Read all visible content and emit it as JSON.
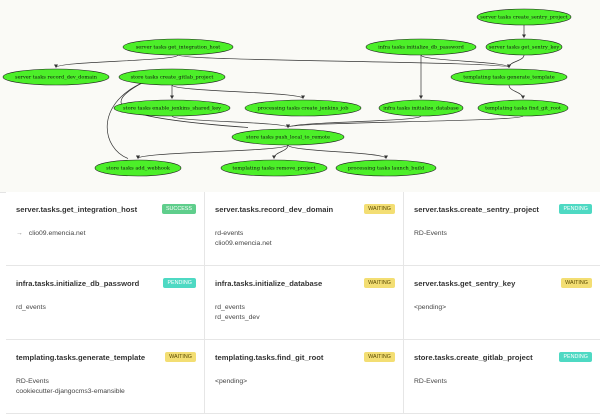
{
  "graph": {
    "nodes": [
      {
        "id": "create_sentry_project",
        "label": "server tasks create_sentry_project"
      },
      {
        "id": "get_integration_host",
        "label": "server tasks get_integration_host"
      },
      {
        "id": "initialize_db_password",
        "label": "infra tasks initialize_db_password"
      },
      {
        "id": "get_sentry_key",
        "label": "server tasks get_sentry_key"
      },
      {
        "id": "record_dev_domain",
        "label": "server tasks record_dev_domain"
      },
      {
        "id": "create_gitlab_project",
        "label": "store tasks create_gitlab_project"
      },
      {
        "id": "generate_template",
        "label": "templating tasks generate_template"
      },
      {
        "id": "enable_jenkins_shared_key",
        "label": "store tasks enable_jenkins_shared_key"
      },
      {
        "id": "create_jenkins_job",
        "label": "processing tasks create_jenkins_job"
      },
      {
        "id": "initialize_database",
        "label": "infra tasks initialize_database"
      },
      {
        "id": "find_git_root",
        "label": "templating tasks find_git_root"
      },
      {
        "id": "push_local_to_remote",
        "label": "store tasks push_local_to_remote"
      },
      {
        "id": "add_webhook",
        "label": "store tasks add_webhook"
      },
      {
        "id": "remove_project",
        "label": "templating tasks remove_project"
      },
      {
        "id": "launch_build",
        "label": "processing tasks launch_build"
      }
    ]
  },
  "cards": [
    {
      "title": "server.tasks.get_integration_host",
      "status": "SUCCESS",
      "status_kind": "success",
      "lines": [
        "clio09.emencia.net"
      ],
      "arrow": "→"
    },
    {
      "title": "server.tasks.record_dev_domain",
      "status": "WAITING",
      "status_kind": "waiting",
      "lines": [
        "rd-events",
        "clio09.emencia.net"
      ],
      "arrow": ""
    },
    {
      "title": "server.tasks.create_sentry_project",
      "status": "PENDING",
      "status_kind": "pending",
      "lines": [
        "RD-Events"
      ],
      "arrow": ""
    },
    {
      "title": "infra.tasks.initialize_db_password",
      "status": "PENDING",
      "status_kind": "pending",
      "lines": [
        "rd_events"
      ],
      "arrow": ""
    },
    {
      "title": "infra.tasks.initialize_database",
      "status": "WAITING",
      "status_kind": "waiting",
      "lines": [
        "rd_events",
        "rd_events_dev"
      ],
      "arrow": ""
    },
    {
      "title": "server.tasks.get_sentry_key",
      "status": "WAITING",
      "status_kind": "waiting",
      "lines": [
        "<pending>"
      ],
      "arrow": ""
    },
    {
      "title": "templating.tasks.generate_template",
      "status": "WAITING",
      "status_kind": "waiting",
      "lines": [
        "RD-Events",
        "cookiecutter-djangocms3-emansible"
      ],
      "arrow": ""
    },
    {
      "title": "templating.tasks.find_git_root",
      "status": "WAITING",
      "status_kind": "waiting",
      "lines": [
        "<pending>"
      ],
      "arrow": ""
    },
    {
      "title": "store.tasks.create_gitlab_project",
      "status": "PENDING",
      "status_kind": "pending",
      "lines": [
        "RD-Events"
      ],
      "arrow": ""
    }
  ],
  "colors": {
    "node_fill": "#4cef29",
    "node_stroke": "#1c1c1c",
    "success": "#5fce8c",
    "waiting": "#f3de73",
    "pending": "#4ed9c3"
  }
}
